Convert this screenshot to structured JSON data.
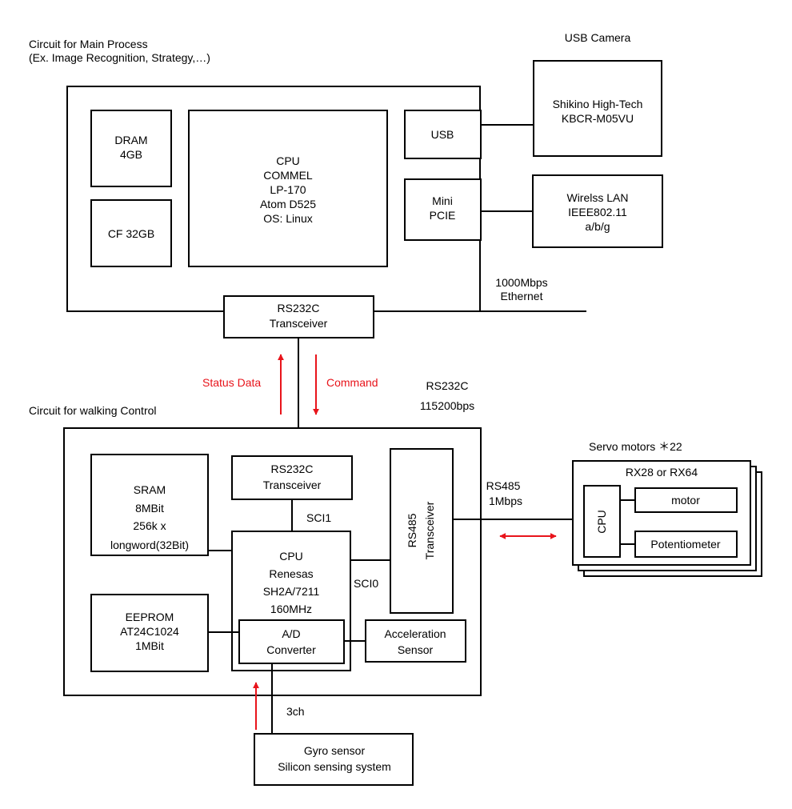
{
  "main_circuit": {
    "title": "Circuit for Main Process",
    "subtitle": "(Ex. Image Recognition, Strategy,…)",
    "dram": [
      "DRAM",
      "4GB"
    ],
    "cf": "CF 32GB",
    "cpu": [
      "CPU",
      "COMMEL",
      "LP-170",
      "Atom D525",
      "OS: Linux"
    ],
    "usb": "USB",
    "mini_pcie": [
      "Mini",
      "PCIE"
    ],
    "rs232c_transceiver": [
      "RS232C",
      "Transceiver"
    ]
  },
  "usb_camera": {
    "title": "USB Camera",
    "lines": [
      "Shikino High-Tech",
      "KBCR-M05VU"
    ]
  },
  "wireless_lan": [
    "Wirelss LAN",
    "IEEE802.11",
    "a/b/g"
  ],
  "ethernet": [
    "1000Mbps",
    "Ethernet"
  ],
  "link": {
    "status_data": "Status Data",
    "command": "Command",
    "rs232c": [
      "RS232C",
      "115200bps"
    ],
    "arrow_color": "#e8141b"
  },
  "walking_circuit": {
    "title": "Circuit for walking Control",
    "sram": [
      "SRAM",
      "8MBit",
      "256k x",
      "longword(32Bit)"
    ],
    "eeprom": [
      "EEPROM",
      "AT24C1024",
      "1MBit"
    ],
    "rs232c_transceiver": [
      "RS232C",
      "Transceiver"
    ],
    "sci1": "SCI1",
    "sci0": "SCI0",
    "cpu": [
      "CPU",
      "Renesas",
      "SH2A/7211",
      "160MHz"
    ],
    "adc": [
      "A/D",
      "Converter"
    ],
    "rs485_transceiver": [
      "RS485",
      "Transceiver"
    ],
    "acceleration_sensor": [
      "Acceleration",
      "Sensor"
    ]
  },
  "rs485_link": [
    "RS485",
    "1Mbps"
  ],
  "servo": {
    "title": "Servo motors ＊22",
    "model": "RX28 or RX64",
    "cpu": "CPU",
    "motor": "motor",
    "potentiometer": "Potentiometer"
  },
  "gyro": {
    "channels": "3ch",
    "lines": [
      "Gyro sensor",
      "Silicon sensing system"
    ]
  }
}
